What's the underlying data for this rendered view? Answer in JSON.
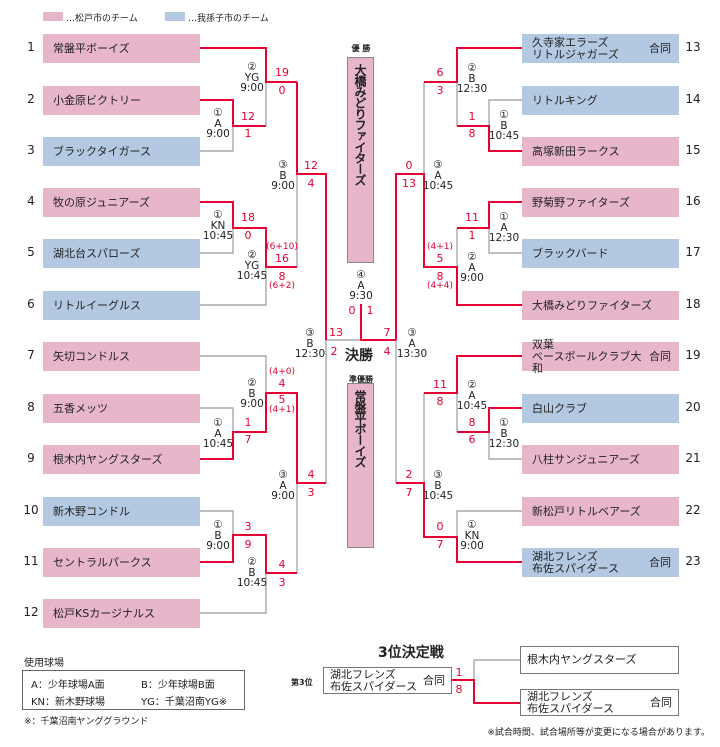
{
  "legend": {
    "matsudo": "…松戸市のチーム",
    "abiko": "…我孫子市のチーム"
  },
  "colors": {
    "matsudo": "#e8b6cb",
    "abiko": "#b3c9e2",
    "win_line": "#e60033",
    "lose_line": "#999999"
  },
  "joint_label": "合同",
  "teams": [
    {
      "seed": "1",
      "name": [
        "常盤平ボーイズ"
      ],
      "city": "matsudo"
    },
    {
      "seed": "2",
      "name": [
        "小金原ビクトリー"
      ],
      "city": "matsudo"
    },
    {
      "seed": "3",
      "name": [
        "ブラックタイガース"
      ],
      "city": "abiko"
    },
    {
      "seed": "4",
      "name": [
        "牧の原ジュニアーズ"
      ],
      "city": "matsudo"
    },
    {
      "seed": "5",
      "name": [
        "湖北台スパローズ"
      ],
      "city": "abiko"
    },
    {
      "seed": "6",
      "name": [
        "リトルイーグルス"
      ],
      "city": "abiko"
    },
    {
      "seed": "7",
      "name": [
        "矢切コンドルス"
      ],
      "city": "matsudo"
    },
    {
      "seed": "8",
      "name": [
        "五香メッツ"
      ],
      "city": "matsudo"
    },
    {
      "seed": "9",
      "name": [
        "根木内ヤングスターズ"
      ],
      "city": "matsudo"
    },
    {
      "seed": "10",
      "name": [
        "新木野コンドル"
      ],
      "city": "abiko"
    },
    {
      "seed": "11",
      "name": [
        "セントラルパークス"
      ],
      "city": "matsudo"
    },
    {
      "seed": "12",
      "name": [
        "松戸KSカージナルス"
      ],
      "city": "matsudo"
    },
    {
      "seed": "13",
      "name": [
        "久寺家エラーズ",
        "リトルジャガーズ"
      ],
      "city": "abiko",
      "joint": true
    },
    {
      "seed": "14",
      "name": [
        "リトルキング"
      ],
      "city": "abiko"
    },
    {
      "seed": "15",
      "name": [
        "高塚新田ラークス"
      ],
      "city": "matsudo"
    },
    {
      "seed": "16",
      "name": [
        "野菊野ファイターズ"
      ],
      "city": "matsudo"
    },
    {
      "seed": "17",
      "name": [
        "ブラックバード"
      ],
      "city": "abiko"
    },
    {
      "seed": "18",
      "name": [
        "大橋みどりファイターズ"
      ],
      "city": "matsudo"
    },
    {
      "seed": "19",
      "name": [
        "双葉",
        "ベースボールクラブ大和"
      ],
      "city": "matsudo",
      "joint": true
    },
    {
      "seed": "20",
      "name": [
        "白山クラブ"
      ],
      "city": "abiko"
    },
    {
      "seed": "21",
      "name": [
        "八柱サンジュニアーズ"
      ],
      "city": "matsudo"
    },
    {
      "seed": "22",
      "name": [
        "新松戸リトルベアーズ"
      ],
      "city": "matsudo"
    },
    {
      "seed": "23",
      "name": [
        "湖北フレンズ",
        "布佐スパイダース"
      ],
      "city": "abiko",
      "joint": true
    }
  ],
  "matches": [
    {
      "round": "①",
      "field": "A",
      "time": "9:00"
    },
    {
      "round": "②",
      "field": "YG",
      "time": "9:00"
    },
    {
      "round": "①",
      "field": "KN",
      "time": "10:45"
    },
    {
      "round": "②",
      "field": "YG",
      "time": "10:45"
    },
    {
      "round": "③",
      "field": "B",
      "time": "9:00"
    },
    {
      "round": "③",
      "field": "B",
      "time": "12:30"
    },
    {
      "round": "②",
      "field": "B",
      "time": "9:00"
    },
    {
      "round": "①",
      "field": "A",
      "time": "10:45"
    },
    {
      "round": "③",
      "field": "A",
      "time": "9:00"
    },
    {
      "round": "①",
      "field": "B",
      "time": "9:00"
    },
    {
      "round": "②",
      "field": "B",
      "time": "10:45"
    },
    {
      "round": "④",
      "field": "A",
      "time": "9:30"
    },
    {
      "round": "②",
      "field": "B",
      "time": "12:30"
    },
    {
      "round": "①",
      "field": "B",
      "time": "10:45"
    },
    {
      "round": "③",
      "field": "A",
      "time": "10:45"
    },
    {
      "round": "①",
      "field": "A",
      "time": "12:30"
    },
    {
      "round": "②",
      "field": "A",
      "time": "9:00"
    },
    {
      "round": "③",
      "field": "A",
      "time": "13:30"
    },
    {
      "round": "②",
      "field": "A",
      "time": "10:45"
    },
    {
      "round": "①",
      "field": "B",
      "time": "12:30"
    },
    {
      "round": "③",
      "field": "B",
      "time": "10:45"
    },
    {
      "round": "①",
      "field": "KN",
      "time": "9:00"
    }
  ],
  "scores": [
    "19",
    "0",
    "12",
    "1",
    "18",
    "0",
    "(6+10)",
    "16",
    "8",
    "(6+2)",
    "12",
    "4",
    "13",
    "2",
    "(4+0)",
    "4",
    "5",
    "(4+1)",
    "1",
    "7",
    "4",
    "3",
    "3",
    "9",
    "4",
    "3",
    "0",
    "1",
    "6",
    "3",
    "1",
    "8",
    "0",
    "13",
    "11",
    "1",
    "(4+1)",
    "5",
    "8",
    "(4+4)",
    "7",
    "4",
    "11",
    "8",
    "8",
    "6",
    "2",
    "7",
    "0",
    "7",
    "1",
    "8"
  ],
  "final": {
    "title": "決勝",
    "champion_label": "優 勝",
    "champion": "大橋みどりファイターズ",
    "runner_up_label": "準優勝",
    "runner_up": "常盤平ボーイズ"
  },
  "third_place": {
    "title": "3位決定戦",
    "label": "第3位",
    "winner": [
      "湖北フレンズ",
      "布佐スパイダース"
    ],
    "team_a": [
      "根木内ヤングスターズ"
    ],
    "team_b": [
      "湖北フレンズ",
      "布佐スパイダース"
    ]
  },
  "fields": {
    "title": "使用球場",
    "items": [
      "A：少年球場A面",
      "B：少年球場B面",
      "KN：新木野球場",
      "YG：千葉沼南YG※"
    ],
    "footnote": "※：千葉沼南ヤンググラウンド"
  },
  "notice": "※試合時間、試合場所等が変更になる場合があります。"
}
